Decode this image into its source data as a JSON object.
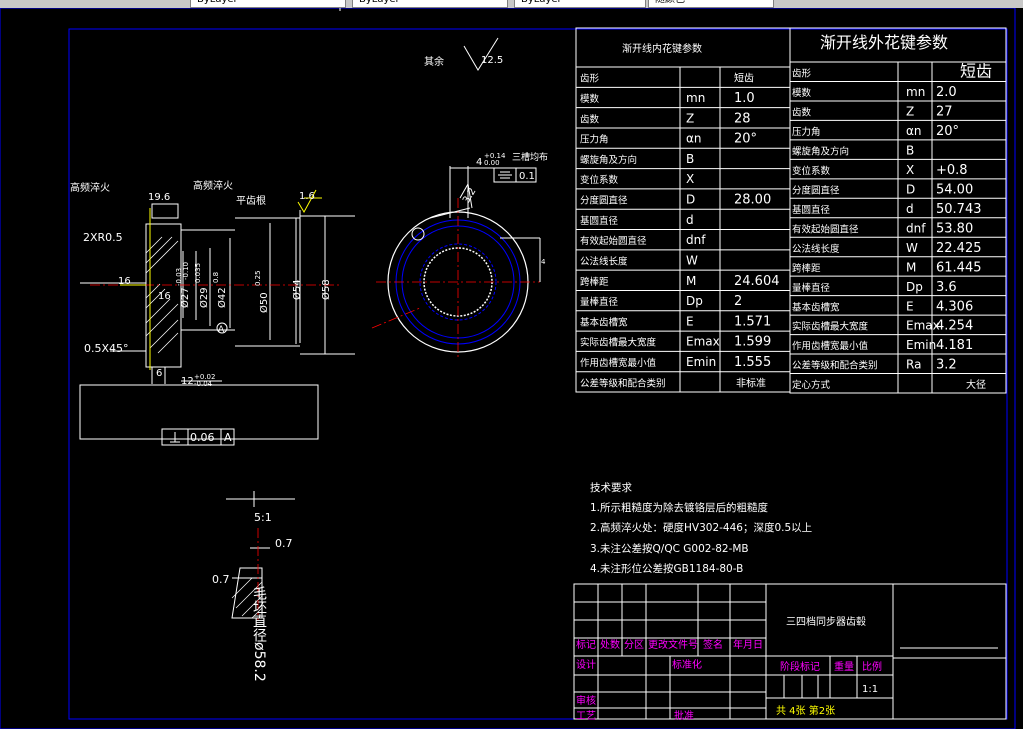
{
  "toolbar": {
    "layer_1": "ByLayer",
    "layer_2": "ByLayer",
    "layer_3": "ByLayer",
    "layer_4": "随颜色"
  },
  "colors": {
    "bg": "#000000",
    "line": "#ffffff",
    "frame": "#0000ff",
    "dim": "#00ffff",
    "magenta": "#ff00ff",
    "yellow": "#ffff00",
    "green": "#00ff00",
    "red": "#ff0000"
  },
  "drawing": {
    "roughness_rest": "其余",
    "roughness_main": "12.5",
    "hardening_1": "高频淬火",
    "hardening_2": "高频淬火",
    "flat_root": "平齿根",
    "r_2xr": "2XR0.5",
    "dim_19_6": "19.6",
    "dim_16_a": "16",
    "dim_16_b": "16",
    "dim_6": "6",
    "dim_1_6": "1.6",
    "chamfer": "0.5X45°",
    "tol_12": "12",
    "tol_12_up": "+0.02",
    "tol_12_low": "-0.04",
    "dia_27": "Ø27",
    "dia_27_up": "-0.03",
    "dia_27_low": "-0.10",
    "dia_29": "Ø29",
    "dia_29_up": "0.035",
    "dia_42": "Ø42",
    "dia_42_up": "0.8",
    "dia_50": "Ø50",
    "dia_50_up": "0.25",
    "dia_54": "Ø54",
    "dia_58": "Ø58",
    "datum_a": "A",
    "runout_tol": "0.06",
    "runout_ref": "A",
    "key_width": "4",
    "key_up": "+0.14",
    "key_low": "0.00",
    "sym_label": "三槽均布",
    "sym_tol": "0.1",
    "ra_3_2": "3.2",
    "dim_4": "4",
    "scale_label": "5:1",
    "detail_07a": "0.7",
    "detail_07b": "0.7",
    "blank_diameter": "毛坯直径ø58.2"
  },
  "table_internal": {
    "title": "渐开线内花键参数",
    "rows": [
      {
        "name": "齿形",
        "symbol": "",
        "value": "短齿"
      },
      {
        "name": "模数",
        "symbol": "mn",
        "value": "1.0"
      },
      {
        "name": "齿数",
        "symbol": "Z",
        "value": "28"
      },
      {
        "name": "压力角",
        "symbol": "αn",
        "value": "20°"
      },
      {
        "name": "螺旋角及方向",
        "symbol": "B",
        "value": ""
      },
      {
        "name": "变位系数",
        "symbol": "X",
        "value": ""
      },
      {
        "name": "分度圆直径",
        "symbol": "D",
        "value": "28.00"
      },
      {
        "name": "基圆直径",
        "symbol": "d",
        "value": ""
      },
      {
        "name": "有效起始圆直径",
        "symbol": "dnf",
        "value": ""
      },
      {
        "name": "公法线长度",
        "symbol": "W",
        "value": ""
      },
      {
        "name": "跨棒距",
        "symbol": "M",
        "value": "24.604"
      },
      {
        "name": "量棒直径",
        "symbol": "Dp",
        "value": "2"
      },
      {
        "name": "基本齿槽宽",
        "symbol": "E",
        "value": "1.571"
      },
      {
        "name": "实际齿槽最大宽度",
        "symbol": "Emax",
        "value": "1.599"
      },
      {
        "name": "作用齿槽宽最小值",
        "symbol": "Emin",
        "value": "1.555"
      },
      {
        "name": "公差等级和配合类别",
        "symbol": "",
        "value": "非标准"
      }
    ]
  },
  "table_external": {
    "title": "渐开线外花键参数",
    "rows": [
      {
        "name": "齿形",
        "symbol": "",
        "value": "短齿"
      },
      {
        "name": "模数",
        "symbol": "mn",
        "value": "2.0"
      },
      {
        "name": "齿数",
        "symbol": "Z",
        "value": "27"
      },
      {
        "name": "压力角",
        "symbol": "αn",
        "value": "20°"
      },
      {
        "name": "螺旋角及方向",
        "symbol": "B",
        "value": ""
      },
      {
        "name": "变位系数",
        "symbol": "X",
        "value": "+0.8"
      },
      {
        "name": "分度圆直径",
        "symbol": "D",
        "value": "54.00"
      },
      {
        "name": "基圆直径",
        "symbol": "d",
        "value": "50.743"
      },
      {
        "name": "有效起始圆直径",
        "symbol": "dnf",
        "value": "53.80"
      },
      {
        "name": "公法线长度",
        "symbol": "W",
        "value": "22.425"
      },
      {
        "name": "跨棒距",
        "symbol": "M",
        "value": "61.445"
      },
      {
        "name": "量棒直径",
        "symbol": "Dp",
        "value": "3.6"
      },
      {
        "name": "基本齿槽宽",
        "symbol": "E",
        "value": "4.306"
      },
      {
        "name": "实际齿槽最大宽度",
        "symbol": "Emax",
        "value": "4.254"
      },
      {
        "name": "作用齿槽宽最小值",
        "symbol": "Emin",
        "value": "4.181"
      },
      {
        "name": "公差等级和配合类别",
        "symbol": "Ra",
        "value": "3.2"
      },
      {
        "name": "定心方式",
        "symbol": "",
        "value": "大径"
      }
    ]
  },
  "tech_req": {
    "title": "技术要求",
    "items": [
      "1.所示粗糙度为除去镀铬层后的粗糙度",
      "2.高频淬火处：硬度HV302-446；深度0.5以上",
      "3.未注公差按Q/QC G002-82-MB",
      "4.未注形位公差按GB1184-80-B"
    ]
  },
  "title_block": {
    "name": "三四档同步器齿毂",
    "headers": [
      "标记",
      "处数",
      "分区",
      "更改文件号",
      "签名",
      "年月日"
    ],
    "design": "设计",
    "standard": "标准化",
    "stage": "阶段标记",
    "weight": "重量",
    "ratio": "比例",
    "scale": "1:1",
    "review": "审核",
    "process": "工艺",
    "approve": "批准",
    "sheets": "共  4张  第2张"
  }
}
